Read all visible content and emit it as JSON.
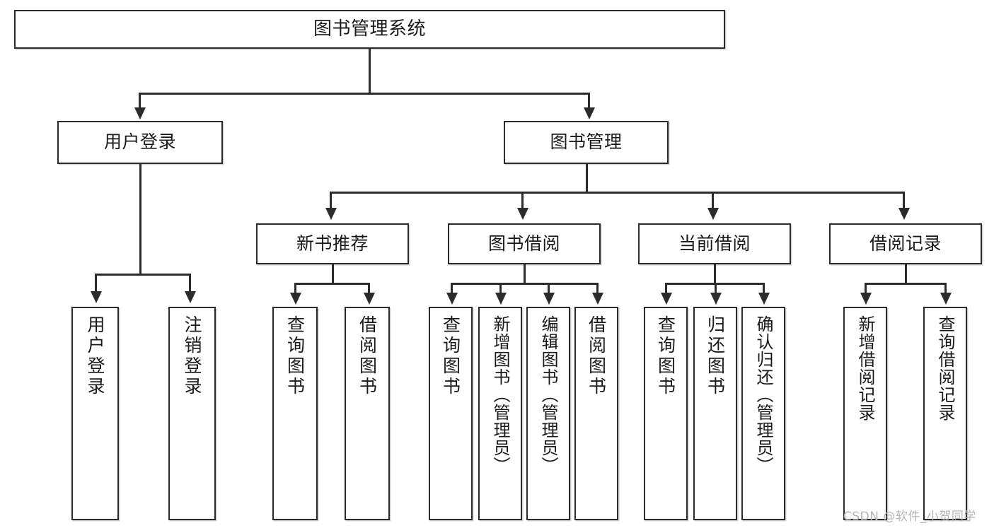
{
  "diagram": {
    "title": "图书管理系统",
    "type": "tree-hierarchy",
    "root": {
      "label": "图书管理系统"
    },
    "level1": [
      {
        "label": "用户登录"
      },
      {
        "label": "图书管理"
      }
    ],
    "level2": [
      {
        "label": "新书推荐"
      },
      {
        "label": "图书借阅"
      },
      {
        "label": "当前借阅"
      },
      {
        "label": "借阅记录"
      }
    ],
    "leaves": {
      "user_login": [
        {
          "label": "用户登录"
        },
        {
          "label": "注销登录"
        }
      ],
      "new_book_recommend": [
        {
          "label": "查询图书"
        },
        {
          "label": "借阅图书"
        }
      ],
      "book_borrow": [
        {
          "label": "查询图书"
        },
        {
          "label": "新增图书（管理员）"
        },
        {
          "label": "编辑图书（管理员）"
        },
        {
          "label": "借阅图书"
        }
      ],
      "current_borrow": [
        {
          "label": "查询图书"
        },
        {
          "label": "归还图书"
        },
        {
          "label": "确认归还（管理员）"
        }
      ],
      "borrow_record": [
        {
          "label": "新增借阅记录"
        },
        {
          "label": "查询借阅记录"
        }
      ]
    }
  },
  "watermark": {
    "text": "CSDN @软件_小贺同学"
  },
  "colors": {
    "stroke": "#2b2b2b",
    "fill": "#ffffff",
    "text": "#1a1a1a",
    "watermark": "#b6b6b6"
  }
}
